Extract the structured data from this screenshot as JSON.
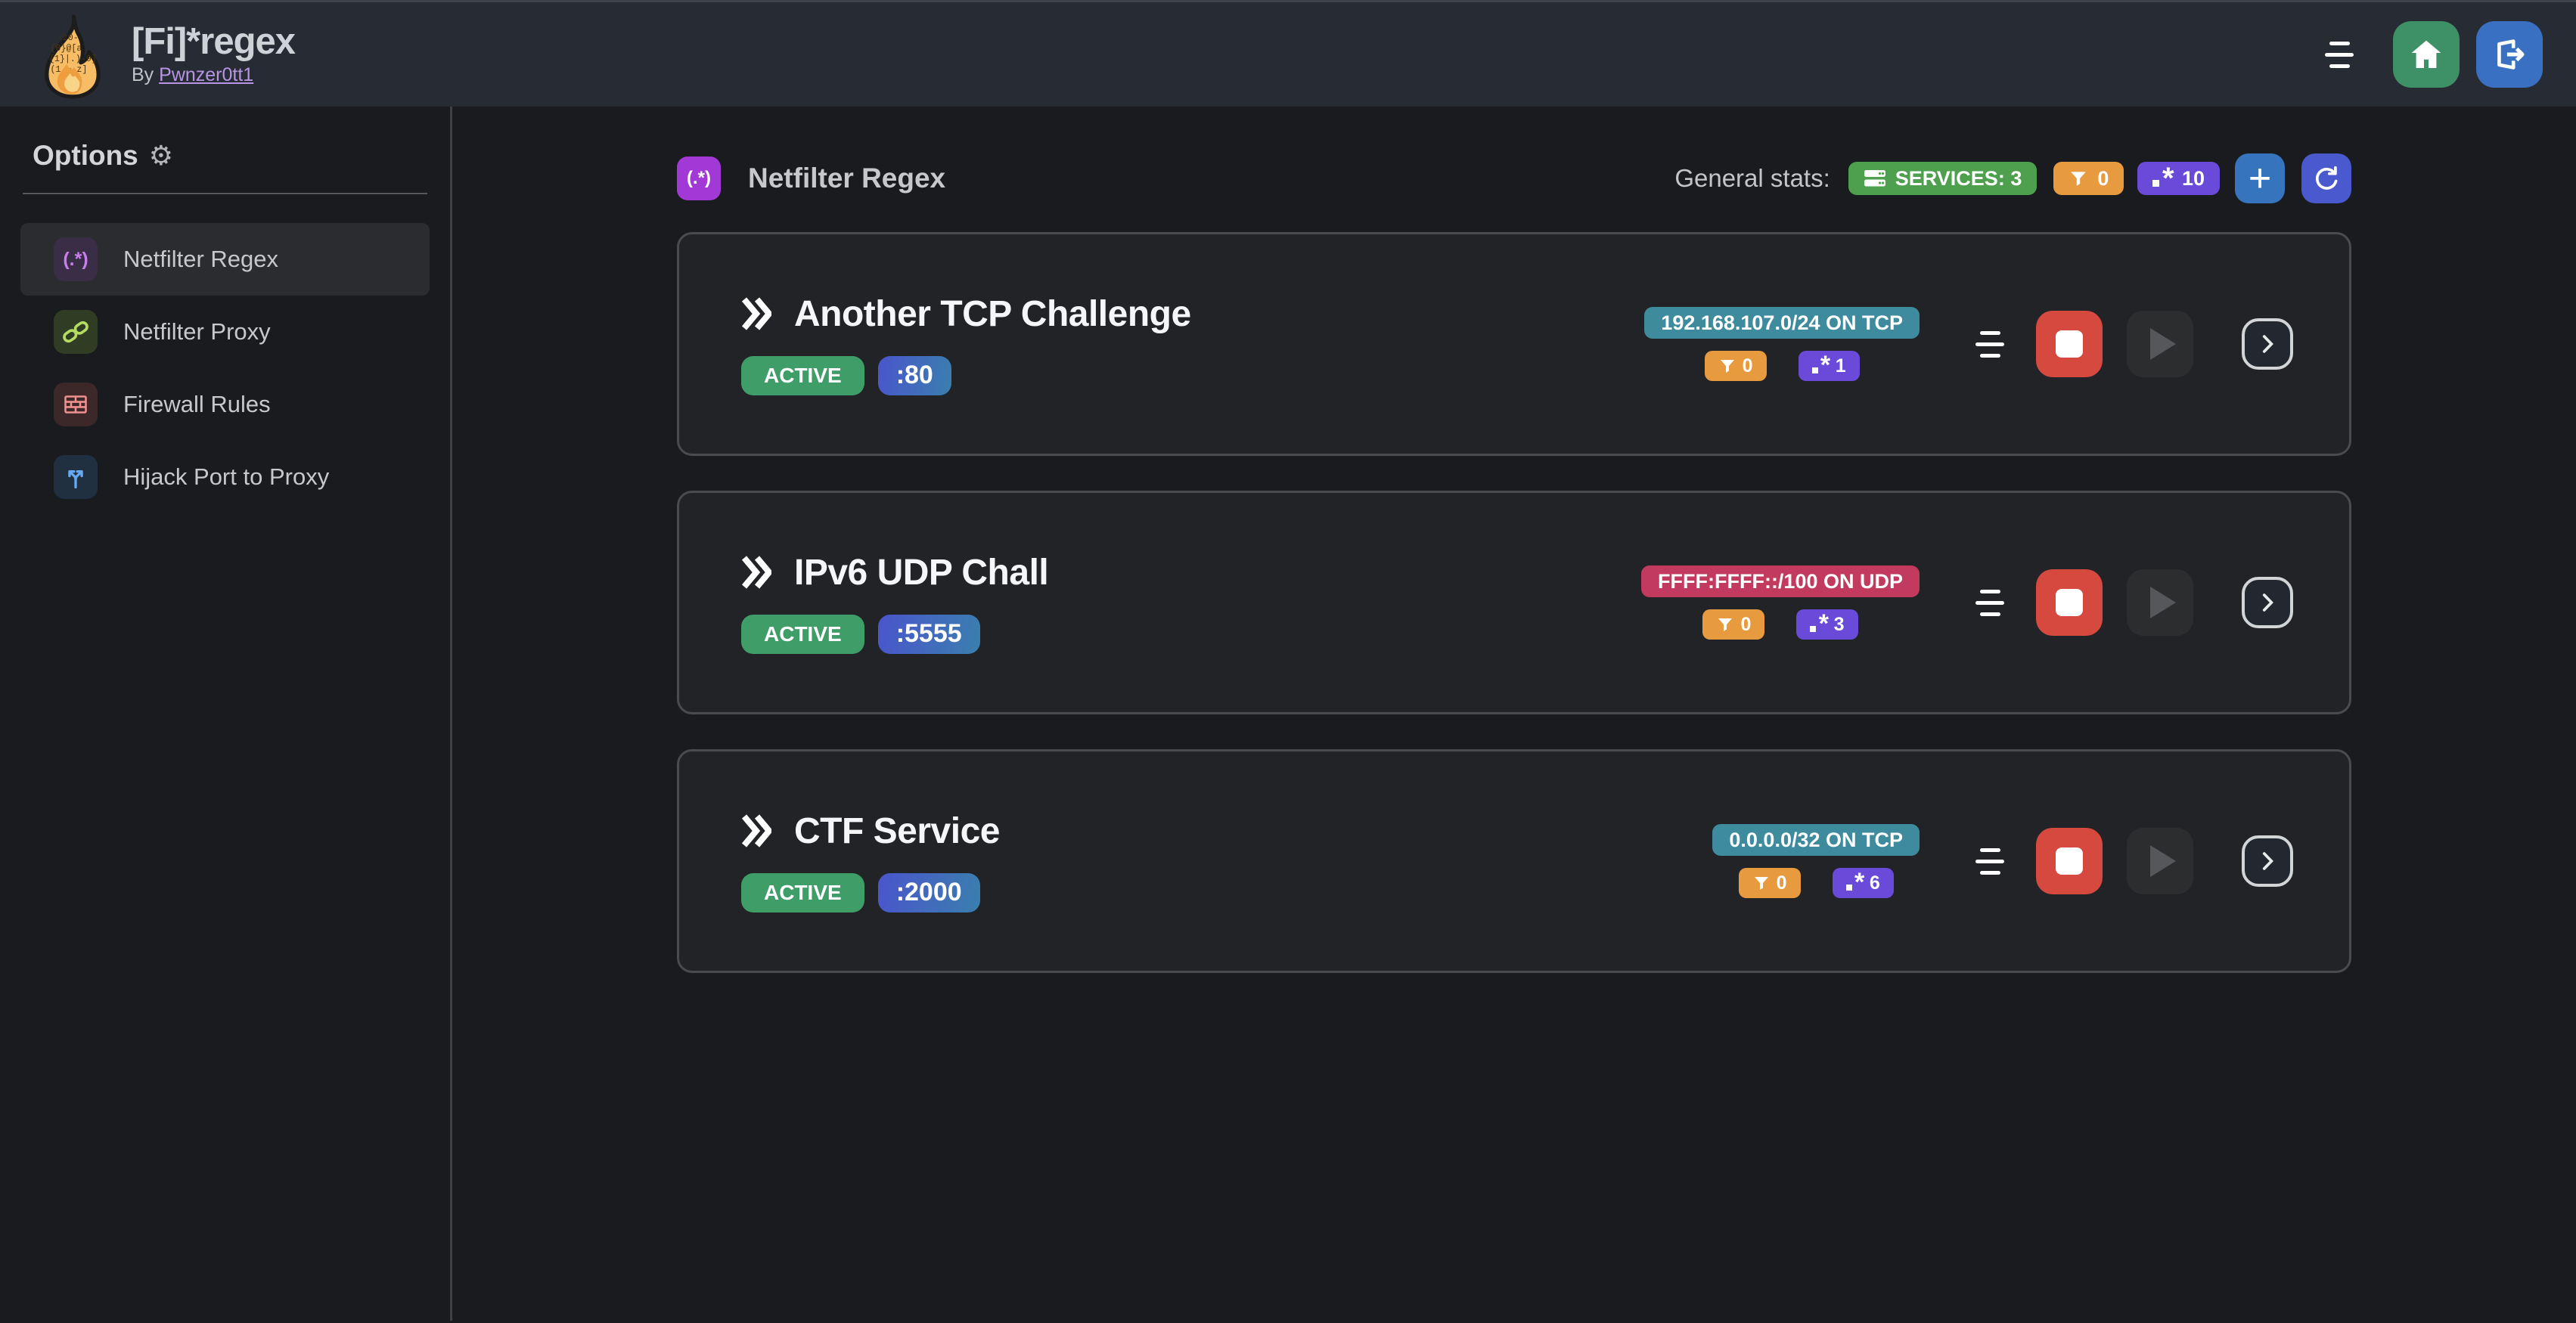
{
  "topbar": {
    "title": "[Fi]*regex",
    "byline_prefix": "By",
    "byline_link": "Pwnzer0tt1"
  },
  "sidebar": {
    "heading": "Options",
    "gear": "⚙",
    "items": [
      {
        "label": "Netfilter Regex",
        "icon": "regex-paren-star",
        "active": true
      },
      {
        "label": "Netfilter Proxy",
        "icon": "chain-link",
        "active": false
      },
      {
        "label": "Firewall Rules",
        "icon": "brick-wall",
        "active": false
      },
      {
        "label": "Hijack Port to Proxy",
        "icon": "split-arrows",
        "active": false
      }
    ]
  },
  "main": {
    "header": {
      "icon_label": "(.*)",
      "title": "Netfilter Regex",
      "stats_label": "General stats:",
      "services_badge": "SERVICES: 3",
      "filter_count": "0",
      "regex_count": "10",
      "add_label": "+"
    },
    "services": [
      {
        "name": "Another TCP Challenge",
        "status": "ACTIVE",
        "port": ":80",
        "cidr": "192.168.107.0/24 ON TCP",
        "cidr_color": "teal",
        "filter_count": "0",
        "regex_count": "1"
      },
      {
        "name": "IPv6 UDP Chall",
        "status": "ACTIVE",
        "port": ":5555",
        "cidr": "FFFF:FFFF::/100 ON UDP",
        "cidr_color": "crimson",
        "filter_count": "0",
        "regex_count": "3"
      },
      {
        "name": "CTF Service",
        "status": "ACTIVE",
        "port": ":2000",
        "cidr": "0.0.0.0/32 ON TCP",
        "cidr_color": "teal",
        "filter_count": "0",
        "regex_count": "6"
      }
    ]
  },
  "colors": {
    "topbar-bg": "#272b33",
    "page-bg": "#191b1f",
    "card-bg": "#212327",
    "card-border": "#4a4b4d",
    "home-green": "#3e9166",
    "logout-blue": "#3a70c2",
    "services-green": "#4ea04e",
    "filter-orange": "#e89a3e",
    "regex-purple": "#6a4ad8",
    "plus-blue": "#3674bd",
    "refresh-indigo": "#4a5ace",
    "tile-purple": "#a238d6",
    "active-green": "#3f9d68",
    "port-grad-a": "#4a55cc",
    "port-grad-b": "#3a7fae",
    "cidr-teal": "#3e8b9d",
    "cidr-crimson": "#c23a5e",
    "stop-red": "#d5493f",
    "link-purple": "#b795e3"
  }
}
